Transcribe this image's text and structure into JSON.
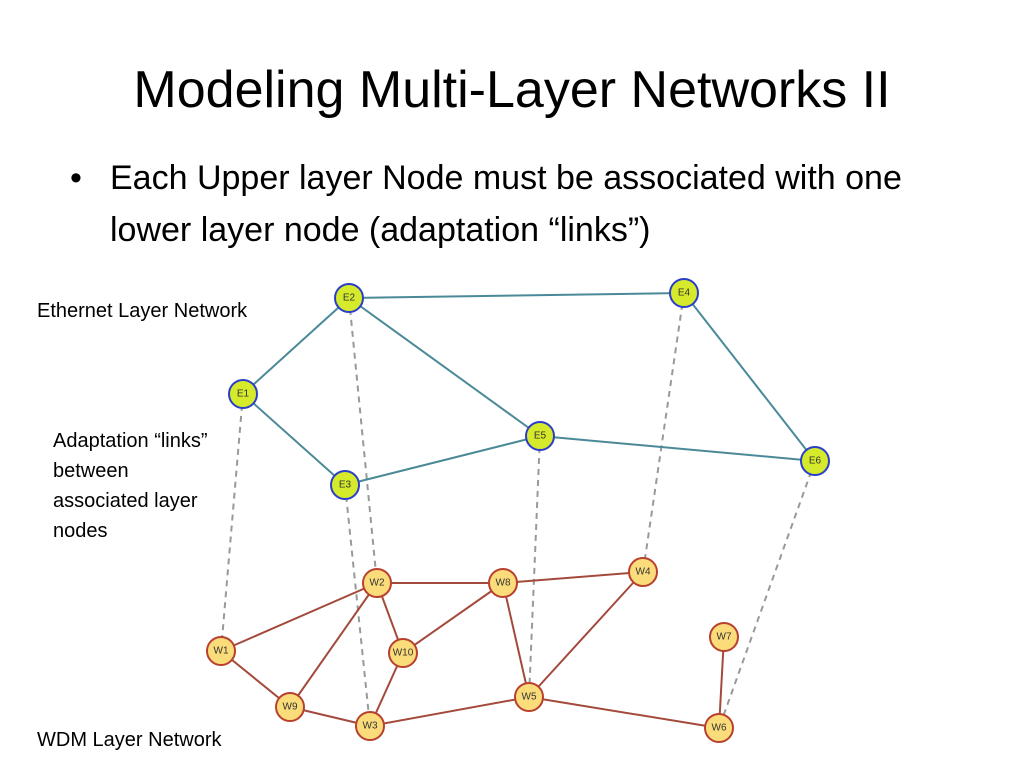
{
  "title": "Modeling Multi-Layer Networks II",
  "bullets": [
    "Each Upper layer Node must be associated with one lower layer node (adaptation “links”)"
  ],
  "bullet_symbol": "•",
  "labels": {
    "ethernet_layer": "Ethernet Layer Network",
    "adaptation": "Adaptation “links” between associated layer nodes",
    "wdm_layer": "WDM Layer Network"
  },
  "colors": {
    "ethernet_node_fill": "#d4ea2a",
    "ethernet_node_stroke": "#2b3ec9",
    "ethernet_link": "#4a8a98",
    "wdm_node_fill": "#fbdc7a",
    "wdm_node_stroke": "#b8402f",
    "wdm_link": "#a34a3c",
    "adaptation_link": "#999999"
  },
  "ethernet_nodes": [
    "E1",
    "E2",
    "E3",
    "E4",
    "E5",
    "E6"
  ],
  "wdm_nodes": [
    "W1",
    "W2",
    "W3",
    "W4",
    "W5",
    "W6",
    "W7",
    "W8",
    "W9",
    "W10"
  ],
  "ethernet_links": [
    [
      "E1",
      "E2"
    ],
    [
      "E1",
      "E3"
    ],
    [
      "E2",
      "E4"
    ],
    [
      "E2",
      "E5"
    ],
    [
      "E3",
      "E5"
    ],
    [
      "E4",
      "E6"
    ],
    [
      "E5",
      "E6"
    ]
  ],
  "wdm_links": [
    [
      "W1",
      "W2"
    ],
    [
      "W1",
      "W9"
    ],
    [
      "W9",
      "W2"
    ],
    [
      "W9",
      "W3"
    ],
    [
      "W2",
      "W8"
    ],
    [
      "W2",
      "W10"
    ],
    [
      "W10",
      "W8"
    ],
    [
      "W10",
      "W3"
    ],
    [
      "W3",
      "W5"
    ],
    [
      "W8",
      "W4"
    ],
    [
      "W8",
      "W5"
    ],
    [
      "W4",
      "W5"
    ],
    [
      "W5",
      "W6"
    ],
    [
      "W6",
      "W7"
    ]
  ],
  "adaptation_links": [
    [
      "E1",
      "W1"
    ],
    [
      "E2",
      "W2"
    ],
    [
      "E3",
      "W3"
    ],
    [
      "E4",
      "W4"
    ],
    [
      "E5",
      "W5"
    ],
    [
      "E6",
      "W6"
    ]
  ]
}
